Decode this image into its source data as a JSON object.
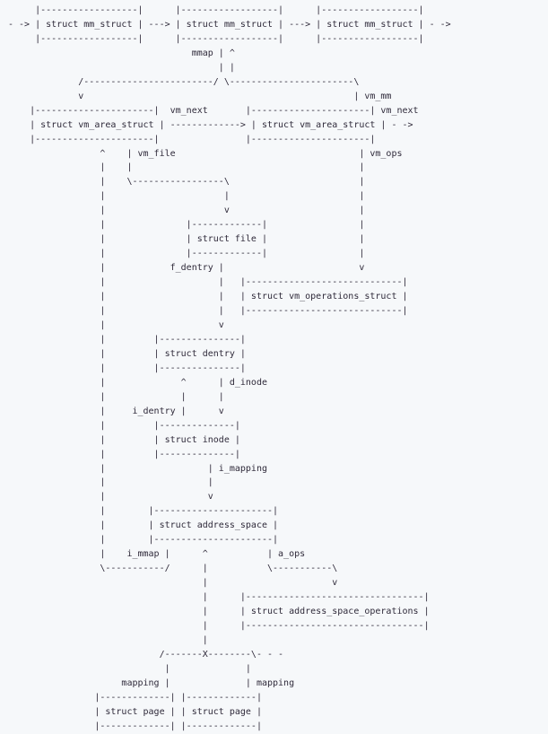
{
  "colors": {
    "background": "#f6f8fa",
    "text": "#2f2a3a"
  },
  "diagram": {
    "structures": [
      "struct mm_struct",
      "struct vm_area_struct",
      "struct file",
      "struct vm_operations_struct",
      "struct dentry",
      "struct inode",
      "struct address_space",
      "struct address_space_operations",
      "struct page"
    ],
    "pointer_labels": [
      "mmap",
      "vm_mm",
      "vm_next",
      "vm_file",
      "vm_ops",
      "f_dentry",
      "d_inode",
      "i_dentry",
      "i_mapping",
      "i_mmap",
      "a_ops",
      "mapping"
    ],
    "lines": [
      "     |------------------|      |------------------|      |------------------|",
      "- -> | struct mm_struct | ---> | struct mm_struct | ---> | struct mm_struct | - ->",
      "     |------------------|      |------------------|      |------------------|",
      "                                  mmap | ^",
      "                                       | |",
      "             /------------------------/ \\-----------------------\\",
      "             v                                                  | vm_mm",
      "    |----------------------|  vm_next       |----------------------| vm_next",
      "    | struct vm_area_struct | -------------> | struct vm_area_struct | - ->",
      "    |----------------------|                |----------------------|",
      "                 ^    | vm_file                                  | vm_ops",
      "                 |    |                                          |",
      "                 |    \\-----------------\\                        |",
      "                 |                      |                        |",
      "                 |                      v                        |",
      "                 |               |-------------|                 |",
      "                 |               | struct file |                 |",
      "                 |               |-------------|                 |",
      "                 |            f_dentry |                         v",
      "                 |                     |   |-----------------------------|",
      "                 |                     |   | struct vm_operations_struct |",
      "                 |                     |   |-----------------------------|",
      "                 |                     v",
      "                 |         |---------------|",
      "                 |         | struct dentry |",
      "                 |         |---------------|",
      "                 |              ^      | d_inode",
      "                 |              |      |",
      "                 |     i_dentry |      v",
      "                 |         |--------------|",
      "                 |         | struct inode |",
      "                 |         |--------------|",
      "                 |                   | i_mapping",
      "                 |                   |",
      "                 |                   v",
      "                 |        |----------------------|",
      "                 |        | struct address_space |",
      "                 |        |----------------------|",
      "                 |    i_mmap |      ^           | a_ops",
      "                 \\-----------/      |           \\-----------\\",
      "                                    |                       v",
      "                                    |      |---------------------------------|",
      "                                    |      | struct address_space_operations |",
      "                                    |      |---------------------------------|",
      "                                    |",
      "                            /-------X--------\\- - -",
      "                             |              |",
      "                     mapping |              | mapping",
      "                |-------------| |-------------|",
      "                | struct page | | struct page |",
      "                |-------------| |-------------|"
    ]
  }
}
